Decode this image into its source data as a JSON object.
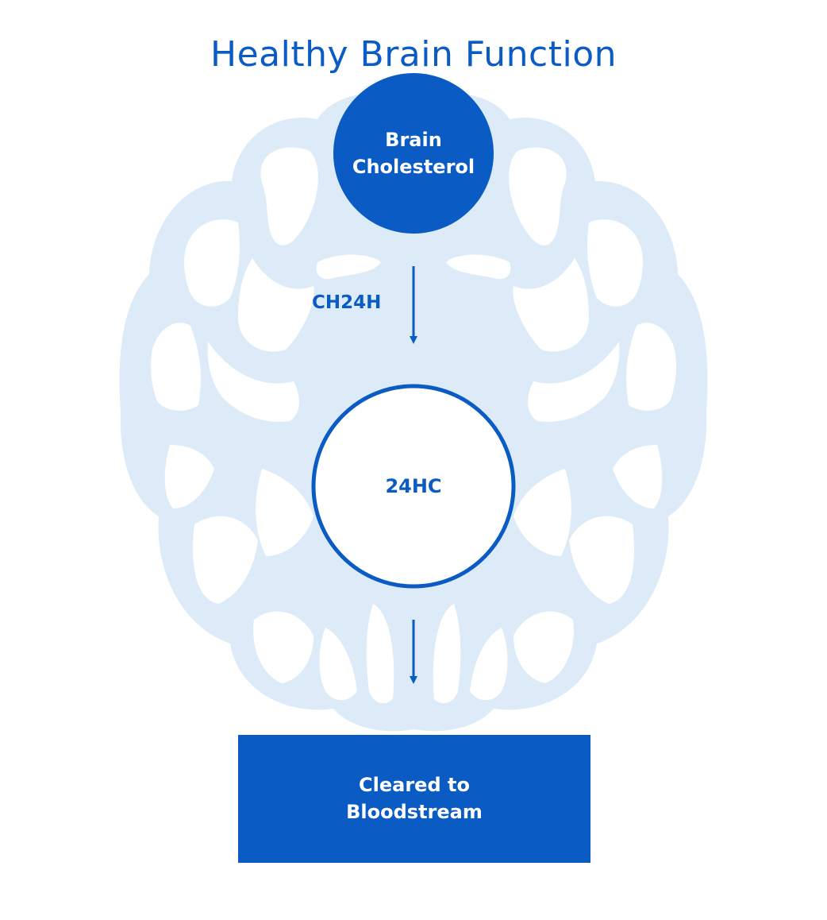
{
  "title": "Healthy Brain Function",
  "colors": {
    "primary_blue": "#0a5bc4",
    "brain_fill": "#dcebf7",
    "background": "#ffffff"
  },
  "background_image": "brain-outline-icon",
  "nodes": {
    "brain_cholesterol": {
      "line1": "Brain",
      "line2": "Cholesterol"
    },
    "hc24": {
      "label": "24HC"
    },
    "cleared": {
      "line1": "Cleared to",
      "line2": "Bloodstream"
    }
  },
  "edges": {
    "ch24h": {
      "label": "CH24H"
    }
  }
}
